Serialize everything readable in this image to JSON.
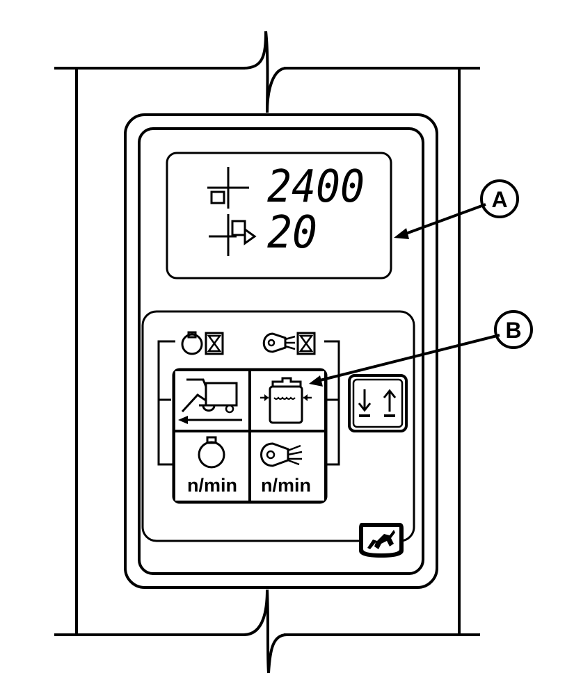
{
  "display": {
    "line1_value": "2400",
    "line2_value": "20",
    "line1_icon": "separator-speed-icon",
    "line2_icon": "separator-loss-icon"
  },
  "callouts": {
    "a_label": "A",
    "b_label": "B"
  },
  "indicators": {
    "left": [
      "engine-icon",
      "hourglass-icon"
    ],
    "right": [
      "fan-icon",
      "hourglass-icon"
    ]
  },
  "buttons": {
    "ground_speed_icon": "combine-ground-speed-icon",
    "sieve_icon": "sieve-adjust-icon",
    "engine_speed_label": "n/min",
    "engine_speed_icon": "engine-icon",
    "fan_speed_label": "n/min",
    "fan_speed_icon": "fan-icon",
    "lower_raise_icon": "lower-raise-arrows-icon"
  },
  "logo": "john-deere-deer-logo-icon",
  "colors": {
    "ink": "#000000",
    "paper": "#ffffff"
  }
}
